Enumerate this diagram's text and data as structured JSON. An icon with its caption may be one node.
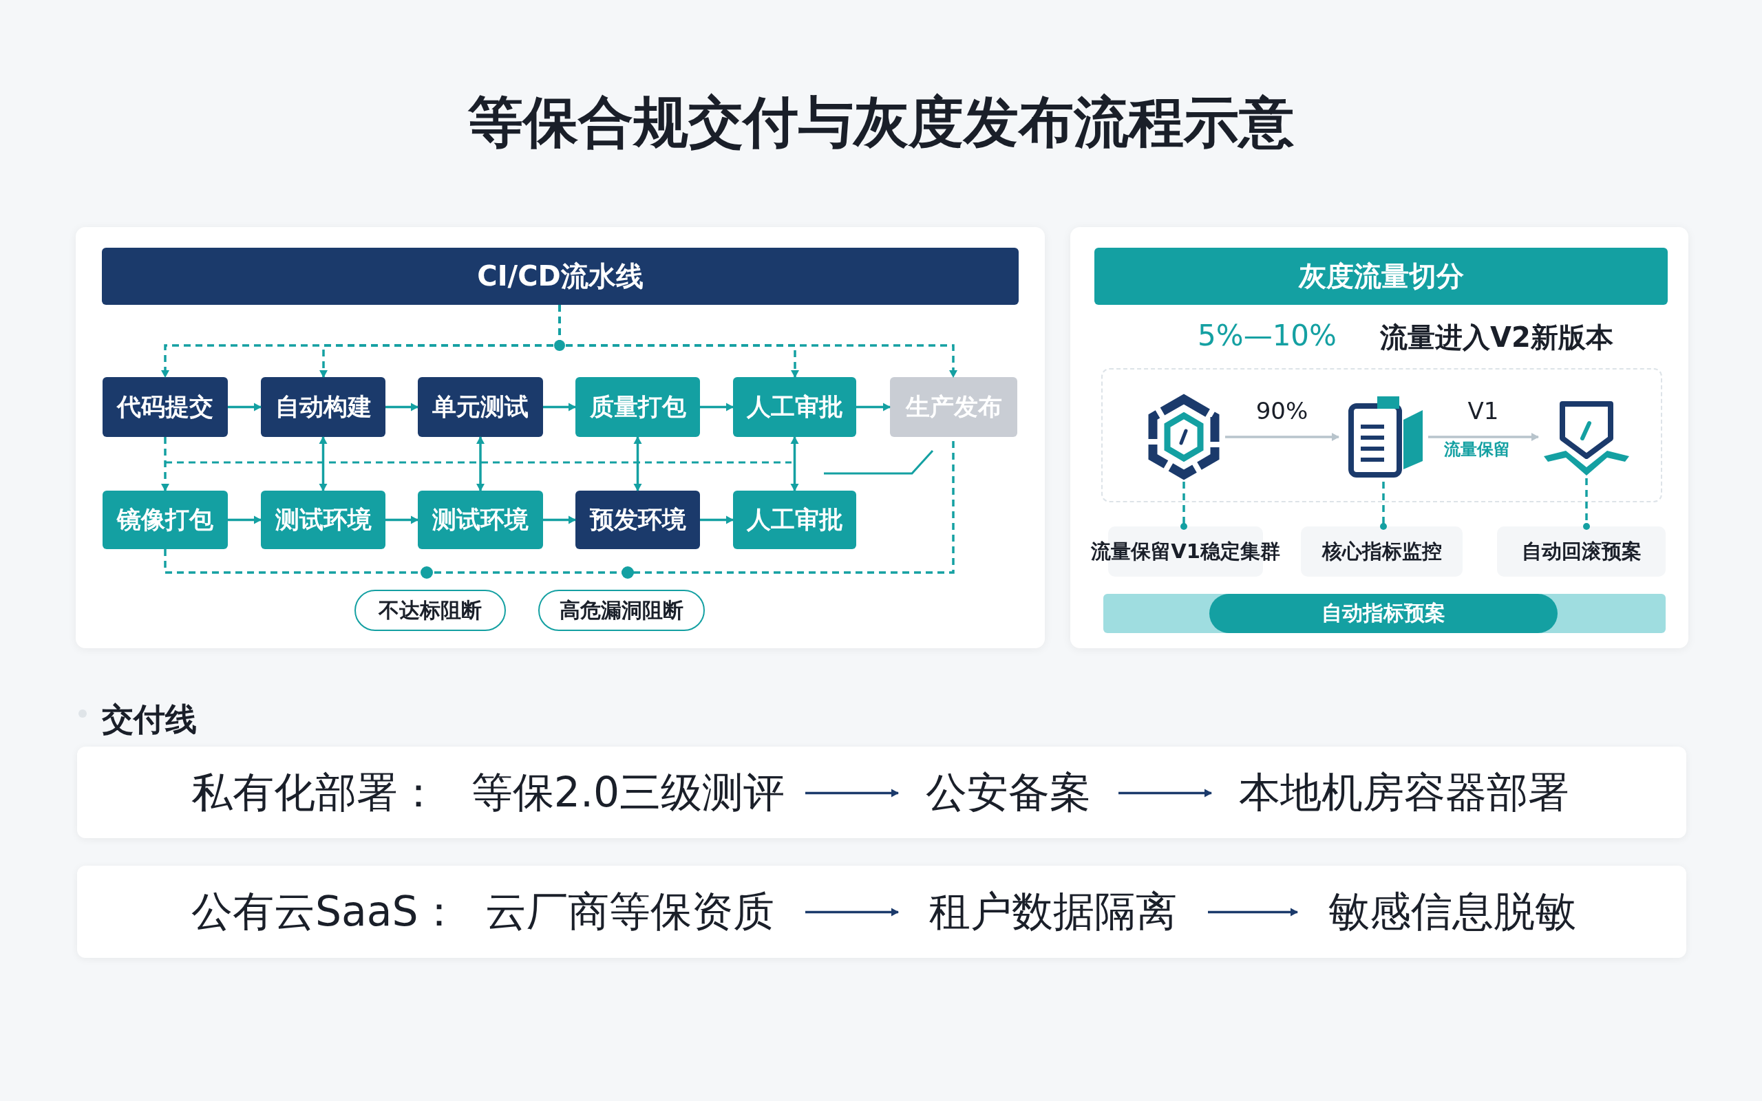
{
  "diagram": {
    "title": "等保合规交付与灰度发布流程示意",
    "nodes": [
      {
        "text": [
          "CI/CD流水线"
        ]
      },
      {
        "text": [
          "代码提交"
        ]
      },
      {
        "text": [
          "自动构建"
        ]
      },
      {
        "text": [
          "单元测试"
        ]
      },
      {
        "text": [
          "质量打包"
        ]
      },
      {
        "text": [
          "人工审批"
        ]
      },
      {
        "text": [
          "生产发布"
        ]
      },
      {
        "text": [
          "镜像打包"
        ]
      },
      {
        "text": [
          "测试环境"
        ]
      },
      {
        "text": [
          "测试环境"
        ]
      },
      {
        "text": [
          "预发环境"
        ]
      },
      {
        "text": [
          "人工审批"
        ]
      },
      {
        "text": [
          "不达标阻断"
        ]
      },
      {
        "text": [
          "高危漏洞阻断"
        ]
      },
      {
        "text": [
          "灰度流量切分"
        ]
      },
      {
        "text": [],
        "shape": "hexagon"
      },
      {
        "text": [],
        "shape": "document"
      },
      {
        "text": [],
        "shape": "shield"
      },
      {
        "text": [
          "流量保留V1稳定集群"
        ]
      },
      {
        "text": [
          "核心指标监控"
        ]
      },
      {
        "text": [
          "自动回滚预案"
        ]
      },
      {
        "text": [
          "自动指标预案"
        ]
      },
      {
        "text": [
          "私有化部署："
        ]
      },
      {
        "text": [
          "等保2.0三级测评"
        ],
        "in": 22
      },
      {
        "text": [
          "公安备案"
        ],
        "in": 22
      },
      {
        "text": [
          "本地机房容器部署"
        ],
        "in": 22
      },
      {
        "text": [
          "公有云SaaS："
        ]
      },
      {
        "text": [
          "云厂商等保资质"
        ],
        "in": 26
      },
      {
        "text": [
          "租户数据隔离"
        ],
        "in": 26
      },
      {
        "text": [
          "敏感信息脱敏"
        ],
        "in": 26
      }
    ],
    "edges": [
      {
        "from": 0,
        "to": 1,
        "arrow": "to",
        "style": "dashed"
      },
      {
        "from": 0,
        "to": 2,
        "arrow": "to",
        "style": "dashed"
      },
      {
        "from": 0,
        "to": 5,
        "arrow": "to",
        "style": "dashed"
      },
      {
        "from": 0,
        "to": 6,
        "arrow": "to",
        "style": "dashed"
      },
      {
        "from": 1,
        "to": 2,
        "arrow": "to"
      },
      {
        "from": 2,
        "to": 3,
        "arrow": "to"
      },
      {
        "from": 3,
        "to": 4,
        "arrow": "to"
      },
      {
        "from": 4,
        "to": 5,
        "arrow": "to"
      },
      {
        "from": 5,
        "to": 6,
        "arrow": "to"
      },
      {
        "from": 1,
        "to": 7,
        "arrow": "to",
        "style": "dashed"
      },
      {
        "from": 2,
        "to": 8,
        "arrow": "both"
      },
      {
        "from": 3,
        "to": 9,
        "arrow": "both"
      },
      {
        "from": 4,
        "to": 10,
        "arrow": "both"
      },
      {
        "from": 5,
        "to": 11,
        "arrow": "both"
      },
      {
        "from": 7,
        "to": 8,
        "arrow": "to"
      },
      {
        "from": 8,
        "to": 9,
        "arrow": "to"
      },
      {
        "from": 9,
        "to": 10,
        "arrow": "to"
      },
      {
        "from": 10,
        "to": 11,
        "arrow": "to"
      },
      {
        "from": 7,
        "to": 6,
        "arrow": "none",
        "style": "dashed"
      },
      {
        "from": 15,
        "to": 16,
        "arrow": "to",
        "label": "90%",
        "color": "#b8c4cc"
      },
      {
        "from": 16,
        "to": 17,
        "arrow": "to",
        "label": "V1",
        "color": "#b8c4cc"
      },
      {
        "from": 15,
        "to": 18,
        "arrow": "other",
        "style": "dashed"
      },
      {
        "from": 16,
        "to": 19,
        "arrow": "other",
        "style": "dashed"
      },
      {
        "from": 17,
        "to": 20,
        "arrow": "other",
        "style": "dashed"
      },
      {
        "from": 23,
        "to": 24,
        "arrow": "to",
        "color": "#1b3a6b"
      },
      {
        "from": 24,
        "to": 25,
        "arrow": "to",
        "color": "#1b3a6b"
      },
      {
        "from": 27,
        "to": 28,
        "arrow": "to",
        "color": "#1b3a6b"
      },
      {
        "from": 28,
        "to": 29,
        "arrow": "to",
        "color": "#1b3a6b"
      }
    ],
    "labels": [
      "5%—10%",
      "流量进入V2新版本",
      "流量保留",
      "交付线"
    ]
  }
}
